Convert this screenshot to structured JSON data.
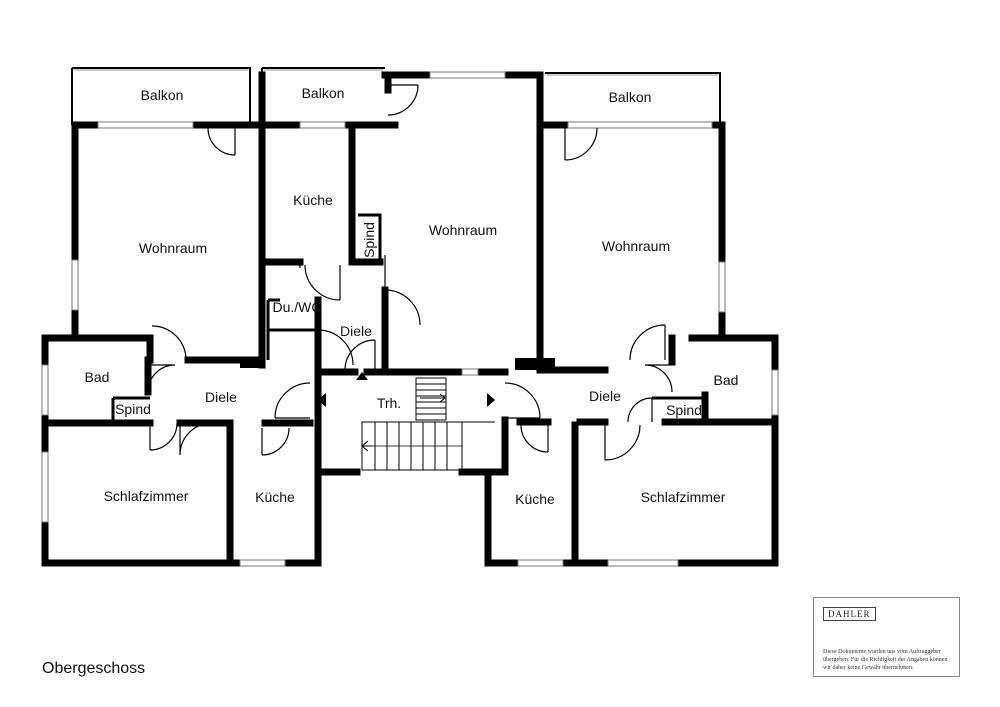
{
  "plan_title": "Obergeschoss",
  "rooms": {
    "balkon_left": "Balkon",
    "balkon_mid": "Balkon",
    "balkon_right": "Balkon",
    "wohnraum_left": "Wohnraum",
    "wohnraum_mid": "Wohnraum",
    "wohnraum_right": "Wohnraum",
    "kueche_mid_top": "Küche",
    "spind_mid": "Spind",
    "du_wc": "Du./WC",
    "diele_mid": "Diele",
    "bad_left": "Bad",
    "spind_left": "Spind",
    "diele_left": "Diele",
    "trh": "Trh.",
    "diele_right": "Diele",
    "bad_right": "Bad",
    "spind_right": "Spind",
    "schlafzimmer_left": "Schlafzimmer",
    "kueche_left": "Küche",
    "kueche_right": "Küche",
    "schlafzimmer_right": "Schlafzimmer"
  },
  "disclaimer": {
    "logo": "DAHLER",
    "text": "Diese Dokumente wurden uns vom Auftraggeber übergeben. Für die Richtigkeit der Angaben können wir daher keine Gewähr übernehmen."
  },
  "colors": {
    "wall": "#000000",
    "window": "#999999",
    "paper": "#ffffff"
  }
}
